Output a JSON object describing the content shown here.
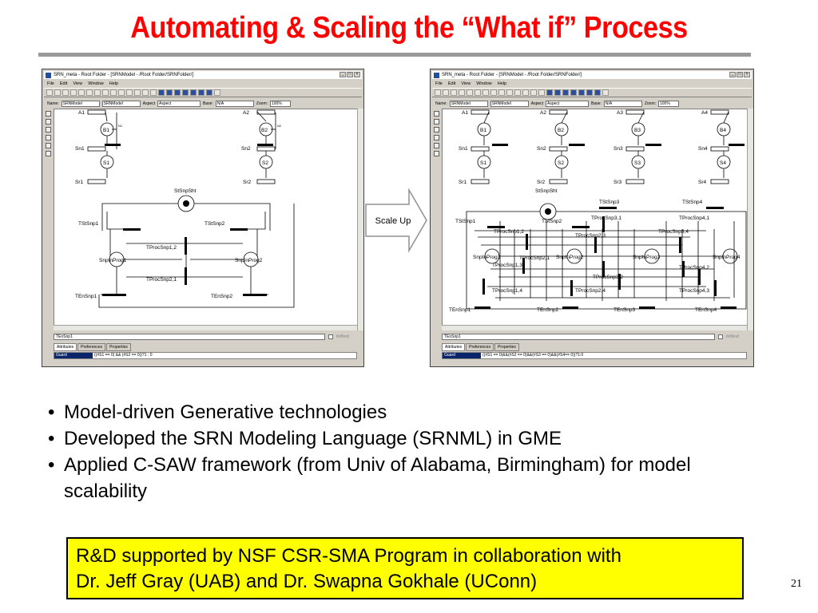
{
  "slide": {
    "title": "Automating & Scaling the “What if” Process",
    "bullets": [
      "Model-driven Generative technologies",
      "Developed the SRN Modeling Language (SRNML) in GME",
      "Applied C-SAW framework (from Univ of Alabama, Birmingham) for model scalability"
    ],
    "callout": {
      "line1": "R&D supported by NSF CSR-SMA Program in collaboration with",
      "line2": "Dr. Jeff Gray (UAB) and Dr. Swapna Gokhale (UConn)",
      "background": "#ffff00"
    },
    "page_number": "21",
    "title_color": "#ff0000"
  },
  "arrow_label": "Scale Up",
  "windows": {
    "common": {
      "menu": [
        "File",
        "Edit",
        "View",
        "Window",
        "Help"
      ],
      "name_label": "Name:",
      "aspect_label": "Aspect",
      "aspect_value": "Aspect",
      "base_label": "Base:",
      "base_value": "N/A",
      "zoom_label": "Zoom:",
      "zoom_value": "100%",
      "tabs": [
        "Attributes",
        "Preferences",
        "Properties"
      ],
      "checkbox_label": "ttr/Kind",
      "guard_name": "Guard",
      "object_name": "TEnSnp1"
    },
    "left": {
      "title": "SRN_meta - Root Folder - [SRNModel - /Root Folder/SRNFolder/]",
      "name_value": "SRNModel",
      "kind_value": "SRNModel",
      "guard_value": "((#S1 == 0) && (#S2 == 0))?1 : 0",
      "labels": {
        "a1": "A1",
        "a2": "A2",
        "b1": "B1",
        "b2": "B2",
        "n1": "N1",
        "n2": "N2",
        "sn1": "Sn1",
        "sn2": "Sn2",
        "s1": "S1",
        "s2": "S2",
        "sr1": "Sr1",
        "sr2": "Sr2",
        "stsnpsht": "StSnpSht",
        "tstsnp1": "TStSnp1",
        "tstsnp2": "TStSnp2",
        "tprocsnp12": "TProcSnp1,2",
        "tprocsnp21": "TProcSnp2,1",
        "snpinprog1": "SnpInProg1",
        "snpinprog2": "SnpInProg2",
        "tensnp1": "TEnSnp1",
        "tensnp2": "TEnSnp2"
      }
    },
    "right": {
      "title": "SRN_meta - Root Folder - [SRNModel - /Root Folder/SRNFolder/]",
      "name_value": "SRNModel",
      "kind_value": "SRNModel",
      "guard_value": "((#S1 == 0)&&(#S2 == 0)&&(#S3 == 0)&&(#S4== 0))?1:0",
      "labels": {
        "a1": "A1",
        "a2": "A2",
        "a3": "A3",
        "a4": "A4",
        "b1": "B1",
        "b2": "B2",
        "b3": "B3",
        "b4": "B4",
        "sn1": "Sn1",
        "sn2": "Sn2",
        "sn3": "Sn3",
        "sn4": "Sn4",
        "s1": "S1",
        "s2": "S2",
        "s3": "S3",
        "s4": "S4",
        "sr1": "Sr1",
        "sr2": "Sr2",
        "sr3": "Sr3",
        "sr4": "Sr4",
        "stsnpsht": "StSnpSht",
        "tstsnp1": "TStSnp1",
        "tstsnp2": "TStSnp2",
        "tstsnp3": "TStSnp3",
        "tstsnp4": "TStSnp4",
        "tprocsnp12": "TProcSnp1,2",
        "tprocsnp13": "TProcSnp1,3",
        "tprocsnp14": "TProcSnp1,4",
        "tprocsnp21": "TProcSnp2,1",
        "tprocsnp23": "TProcSnp2,3",
        "tprocsnp24": "TProcSnp2,4",
        "tprocsnp31": "TProcSnp3,1",
        "tprocsnp32": "TProcSnp3,2",
        "tprocsnp34": "TProcSnp3,4",
        "tprocsnp41": "TProcSnp4,1",
        "tprocsnp42": "TProcSnp4,2",
        "tprocsnp43": "TProcSnp4,3",
        "snpinprog1": "SnpInProg1",
        "snpinprog2": "SnpInProg2",
        "snpinprog3": "SnpInProg3",
        "snpinprog4": "SnpInProg4",
        "tensnp1": "TEnSnp1",
        "tensnp2": "TEnSnp2",
        "tensnp3": "TEnSnp3",
        "tensnp4": "TEnSnp4"
      }
    }
  }
}
